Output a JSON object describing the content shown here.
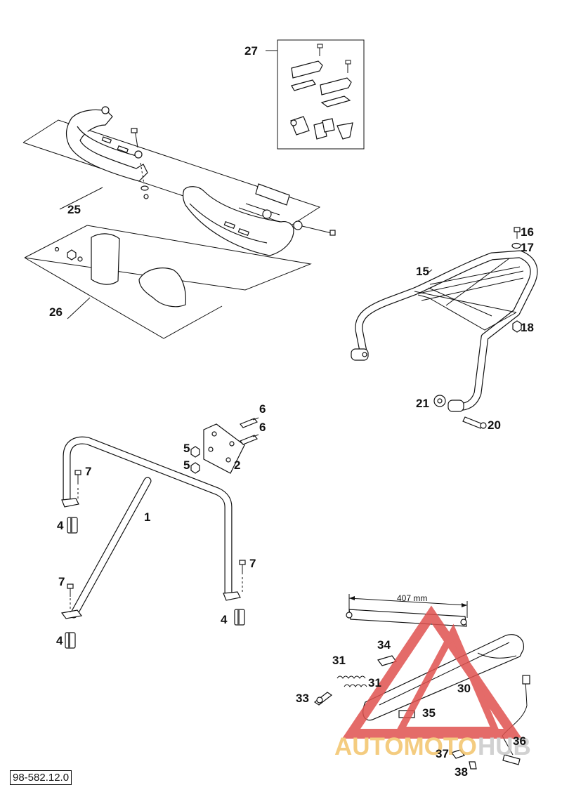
{
  "document_id": "98-582.12.0",
  "dimension_label": "407 mm",
  "watermark": {
    "word1": "AUTOMOTO",
    "word2": "HUB",
    "colors": {
      "triangle": "#e0524f",
      "word1": "#f3c46a",
      "word2": "#c9c9c9"
    }
  },
  "callouts": {
    "c1": "1",
    "c2": "2",
    "c4a": "4",
    "c4b": "4",
    "c4c": "4",
    "c5a": "5",
    "c5b": "5",
    "c6a": "6",
    "c6b": "6",
    "c7a": "7",
    "c7b": "7",
    "c7c": "7",
    "c15": "15",
    "c16": "16",
    "c17": "17",
    "c18": "18",
    "c20": "20",
    "c21": "21",
    "c25": "25",
    "c26": "26",
    "c27": "27",
    "c30": "30",
    "c31a": "31",
    "c31b": "31",
    "c33": "33",
    "c34": "34",
    "c35": "35",
    "c36": "36",
    "c37": "37",
    "c38": "38"
  }
}
